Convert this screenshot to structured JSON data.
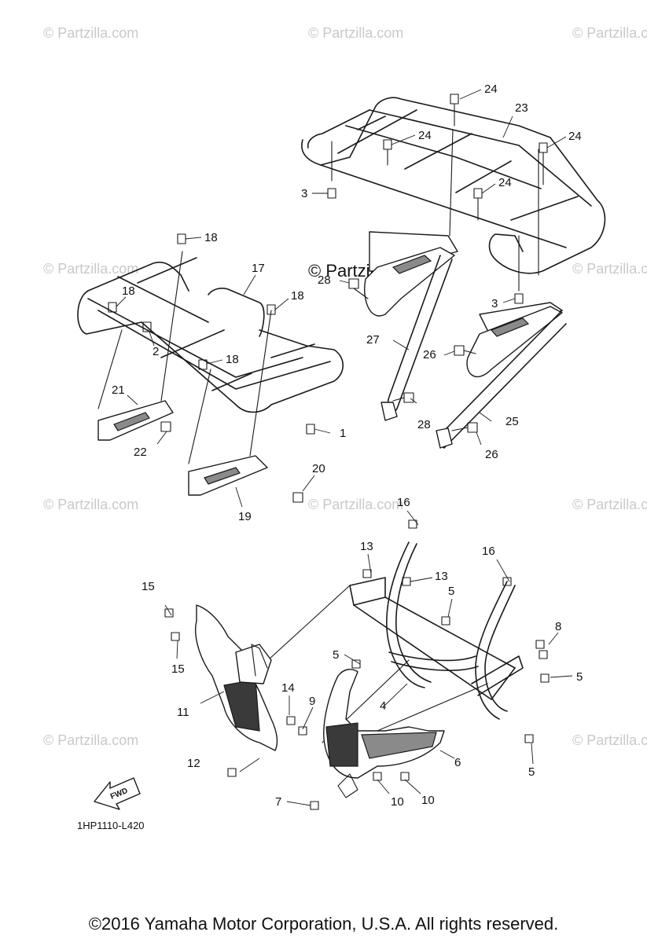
{
  "watermark": {
    "text": "© Partzilla.com",
    "center_text": "© Partzilla.com"
  },
  "diagram_code": "1HP1110-L420",
  "fwd_label": "FWD",
  "copyright": "©2016  Yamaha Motor Corporation, U.S.A. All rights reserved.",
  "callouts": {
    "c1": "1",
    "c2": "2",
    "c3a": "3",
    "c3b": "3",
    "c4": "4",
    "c5a": "5",
    "c5b": "5",
    "c5c": "5",
    "c5d": "5",
    "c6": "6",
    "c7": "7",
    "c8": "8",
    "c9": "9",
    "c10a": "10",
    "c10b": "10",
    "c11": "11",
    "c12": "12",
    "c13a": "13",
    "c13b": "13",
    "c14": "14",
    "c15a": "15",
    "c15b": "15",
    "c16a": "16",
    "c16b": "16",
    "c17": "17",
    "c18a": "18",
    "c18b": "18",
    "c18c": "18",
    "c18d": "18",
    "c19": "19",
    "c20": "20",
    "c21": "21",
    "c22": "22",
    "c23": "23",
    "c24a": "24",
    "c24b": "24",
    "c24c": "24",
    "c24d": "24",
    "c25": "25",
    "c26a": "26",
    "c26b": "26",
    "c27": "27",
    "c28a": "28",
    "c28b": "28"
  }
}
